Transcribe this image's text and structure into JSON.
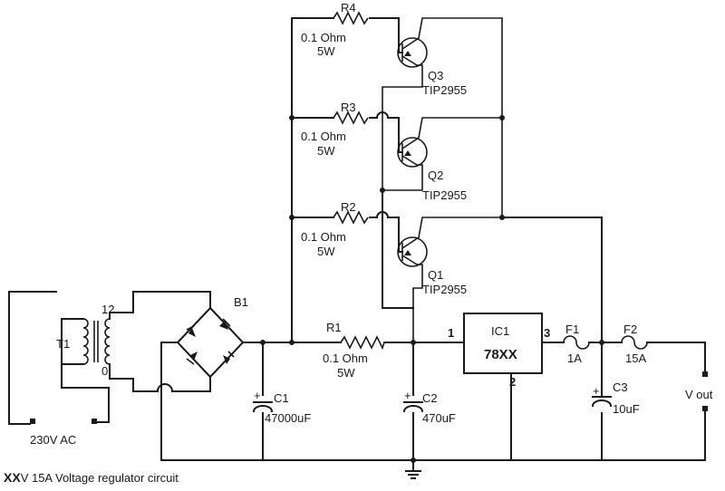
{
  "title": {
    "prefix": "XX",
    "rest": "V 15A Voltage regulator circuit"
  },
  "resistors": [
    {
      "ref": "R4",
      "value": "0.1 Ohm",
      "power": "5W"
    },
    {
      "ref": "R3",
      "value": "0.1 Ohm",
      "power": "5W"
    },
    {
      "ref": "R2",
      "value": "0.1 Ohm",
      "power": "5W"
    },
    {
      "ref": "R1",
      "value": "0.1 Ohm",
      "power": "5W"
    }
  ],
  "transistors": [
    {
      "ref": "Q3",
      "part": "TIP2955"
    },
    {
      "ref": "Q2",
      "part": "TIP2955"
    },
    {
      "ref": "Q1",
      "part": "TIP2955"
    }
  ],
  "transformer": {
    "ref": "T1",
    "tap_top": "12",
    "tap_bottom": "0"
  },
  "bridge": {
    "ref": "B1"
  },
  "ac_input": "230V AC",
  "capacitors": [
    {
      "ref": "C1",
      "value": "47000uF"
    },
    {
      "ref": "C2",
      "value": "470uF"
    },
    {
      "ref": "C3",
      "value": "10uF"
    }
  ],
  "regulator": {
    "ref": "IC1",
    "part": "78XX",
    "pin_in": "1",
    "pin_gnd": "2",
    "pin_out": "3"
  },
  "fuses": [
    {
      "ref": "F1",
      "rating": "1A"
    },
    {
      "ref": "F2",
      "rating": "15A"
    }
  ],
  "output": "V out",
  "plus_sign": "+"
}
